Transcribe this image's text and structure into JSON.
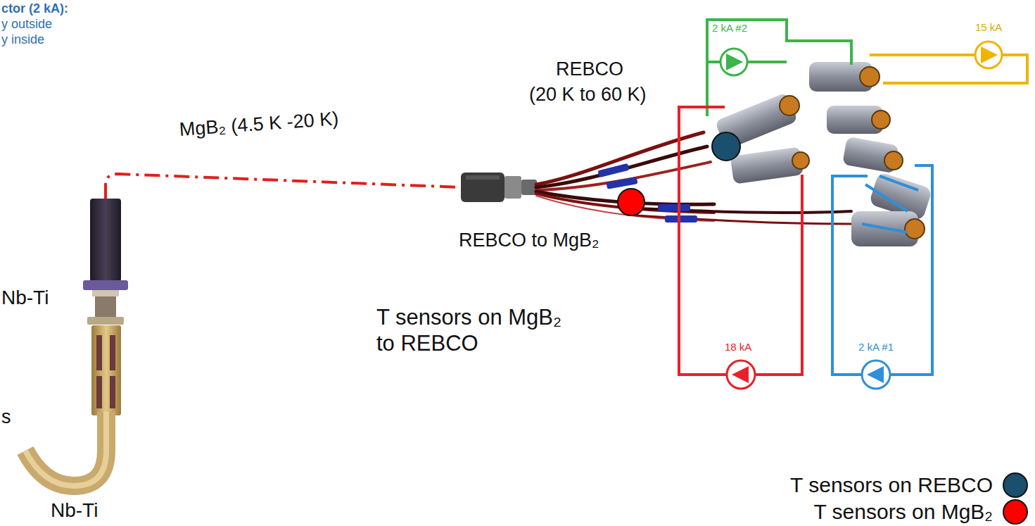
{
  "diagram": {
    "labels": [
      "ctor (2 kA):",
      "y outside",
      "y inside",
      "MgB₂ (4.5 K -20 K)",
      "REBCO",
      "(20 K to 60 K)",
      "REBCO to MgB₂",
      "Nb-Ti",
      "s",
      "Nb-Ti",
      "T sensors on MgB₂ to REBCO",
      "2 kA #2",
      "15 kA",
      "18 kA",
      "2 kA #1"
    ],
    "legend": [
      {
        "text": "T sensors on REBCO",
        "color": "#1b4f6e"
      },
      {
        "text": "T sensors on MgB₂",
        "color": "#ff0000"
      }
    ]
  }
}
